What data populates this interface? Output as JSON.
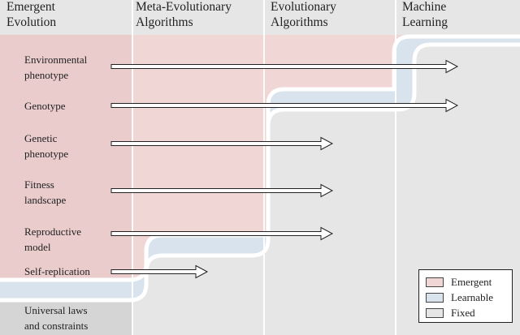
{
  "columns": [
    {
      "label": "Emergent\nEvolution"
    },
    {
      "label": "Meta-Evolutionary\nAlgorithms"
    },
    {
      "label": "Evolutionary\nAlgorithms"
    },
    {
      "label": "Machine\nLearning"
    }
  ],
  "rows": [
    {
      "label": "Environmental\nphenotype",
      "arrow_to_column": 4
    },
    {
      "label": "Genotype",
      "arrow_to_column": 4
    },
    {
      "label": "Genetic\nphenotype",
      "arrow_to_column": 3
    },
    {
      "label": "Fitness\nlandscape",
      "arrow_to_column": 3
    },
    {
      "label": "Reproductive\nmodel",
      "arrow_to_column": 3
    },
    {
      "label": "Self-replication",
      "arrow_to_column": 2
    },
    {
      "label": "Universal laws\nand constraints",
      "arrow_to_column": null
    }
  ],
  "legend": {
    "emergent": {
      "label": "Emergent",
      "color": "#f1d6d6"
    },
    "learnable": {
      "label": "Learnable",
      "color": "#d8e3ee"
    },
    "fixed": {
      "label": "Fixed",
      "color": "#e6e6e6"
    }
  }
}
